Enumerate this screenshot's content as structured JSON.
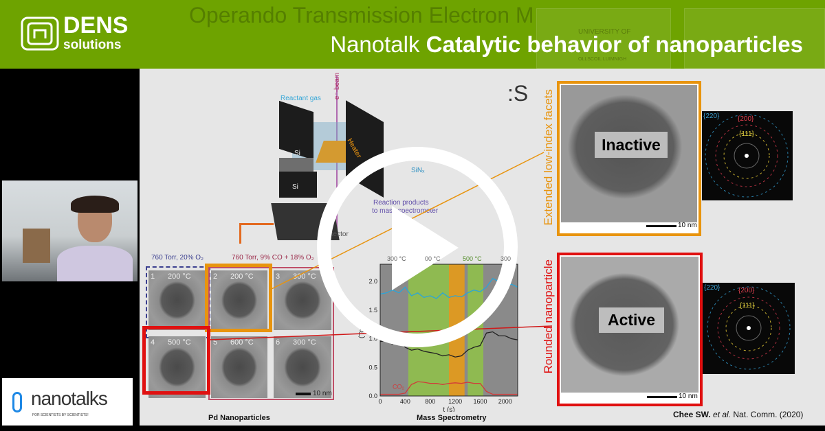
{
  "header": {
    "brand_main": "DENS",
    "brand_sub": "solutions",
    "title_prefix": "Nanotalk",
    "title_main": "Catalytic behavior of nanoparticles",
    "background": "#6ea300",
    "partner_logo_1_line1": "UNIVERSITY OF",
    "partner_logo_1_line2": "OLLSCOIL LUIMNIGH"
  },
  "slide": {
    "title_partial": "Operando Transmission Electron M",
    "subtitle_fragment": ":S",
    "schematic": {
      "reactant_gas": "Reactant gas",
      "ebeam": "e⁻-beam",
      "si_top": "Si",
      "si_bottom": "Si",
      "heater": "Heater",
      "sinx": "SiNₓ",
      "products_line1": "Reaction products",
      "products_line2": "to mass spectrometer",
      "detector": "Detector"
    },
    "particles": {
      "condition_1": "760 Torr, 20% O₂",
      "condition_2": "760 Torr, 9% CO + 18% O₂",
      "panels": [
        {
          "index": "1",
          "temp": "200 °C"
        },
        {
          "index": "2",
          "temp": "200 °C"
        },
        {
          "index": "3",
          "temp": "300 °C"
        },
        {
          "index": "4",
          "temp": "500 °C"
        },
        {
          "index": "5",
          "temp": "600 °C"
        },
        {
          "index": "6",
          "temp": "300 °C"
        }
      ],
      "scale": "10 nm",
      "caption": "Pd Nanoparticles"
    },
    "mass_spec_caption": "Mass Spectrometry",
    "inactive": {
      "side_label": "Extended low-index facets",
      "tag": "Inactive",
      "scale": "10 nm",
      "fft": [
        "{220}",
        "{200}",
        "{111}"
      ]
    },
    "active": {
      "side_label": "Rounded nanoparticle",
      "tag": "Active",
      "scale": "10 nm",
      "fft": [
        "{220}",
        "{200}",
        "{111}"
      ]
    },
    "citation_bold": "Chee SW.",
    "citation_italic": "et al.",
    "citation_rest": "Nat. Comm. (2020)"
  },
  "chart_data": {
    "type": "line",
    "xlabel": "t (s)",
    "ylabel": "(Torr)",
    "xlim": [
      0,
      2200
    ],
    "ylim": [
      0,
      2.3
    ],
    "xticks": [
      "0",
      "400",
      "800",
      "1200",
      "1600",
      "2000"
    ],
    "yticks": [
      "0.0",
      "0.5",
      "1.0",
      "1.5",
      "2.0"
    ],
    "top_labels": [
      "300 °C",
      "00 °C",
      "500 °C",
      "300"
    ],
    "x": [
      0,
      100,
      200,
      300,
      400,
      500,
      600,
      700,
      800,
      900,
      1000,
      1100,
      1200,
      1300,
      1400,
      1500,
      1600,
      1700,
      1800,
      1900,
      2000,
      2100,
      2200
    ],
    "series": [
      {
        "name": "",
        "color": "#2aa5d8",
        "values": [
          1.78,
          1.8,
          1.85,
          1.8,
          1.9,
          1.75,
          1.8,
          1.72,
          1.75,
          1.7,
          1.8,
          1.72,
          1.75,
          1.73,
          1.8,
          1.85,
          1.82,
          1.9,
          2.05,
          2.0,
          1.9,
          1.95,
          1.9
        ]
      },
      {
        "name": "CO",
        "color": "#222222",
        "values": [
          0.95,
          0.97,
          0.9,
          1.02,
          0.85,
          0.8,
          0.82,
          0.78,
          0.76,
          0.74,
          0.7,
          0.72,
          0.68,
          0.7,
          0.8,
          0.85,
          0.88,
          1.1,
          1.12,
          1.05,
          1.05,
          1.0,
          0.98
        ]
      },
      {
        "name": "CO₂",
        "color": "#d23a3a",
        "values": [
          0.03,
          0.03,
          0.03,
          0.03,
          0.05,
          0.2,
          0.25,
          0.24,
          0.22,
          0.22,
          0.2,
          0.22,
          0.23,
          0.22,
          0.24,
          0.22,
          0.22,
          0.08,
          0.03,
          0.03,
          0.03,
          0.03,
          0.03
        ]
      }
    ],
    "bands": [
      {
        "from": 450,
        "to": 1100,
        "color": "#8fbf4a"
      },
      {
        "from": 1100,
        "to": 1350,
        "color": "#e49a18"
      },
      {
        "from": 1400,
        "to": 1650,
        "color": "#8fbf4a"
      }
    ],
    "grid": false
  },
  "sidebar": {
    "nanotalks_light": "nano",
    "nanotalks_bold": "talks",
    "nanotalks_tagline": "FOR SCIENTISTS BY SCIENTISTS!",
    "accent": "#1e88e5"
  },
  "play_button_icon": "play-icon"
}
